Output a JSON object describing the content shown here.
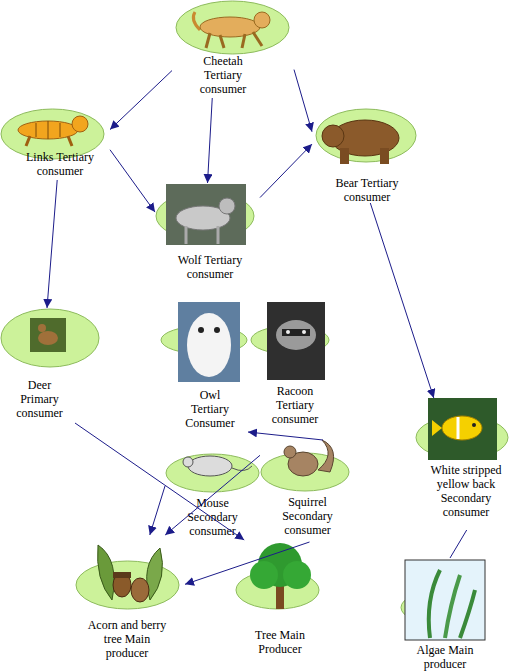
{
  "diagram": {
    "nodes": [
      {
        "text": [
          "Cheetah Tertiary consumer"
        ]
      },
      {
        "text": [
          "Links Tertiary consumer"
        ]
      },
      {
        "text": [
          "Bear Tertiary consumer"
        ]
      },
      {
        "text": [
          "Wolf Tertiary consumer"
        ]
      },
      {
        "text": [
          "Deer Primary consumer"
        ]
      },
      {
        "text": [
          "Owl Tertiary Consumer"
        ]
      },
      {
        "text": [
          "Racoon Tertiary consumer"
        ]
      },
      {
        "text": [
          "White stripped yellow back Secondary consumer"
        ]
      },
      {
        "text": [
          "Mouse Secondary consumer"
        ]
      },
      {
        "text": [
          "Squirrel Secondary consumer"
        ]
      },
      {
        "text": [
          "Acorn and berry tree Main producer"
        ]
      },
      {
        "text": [
          "Tree Main Producer"
        ]
      },
      {
        "text": [
          "Algae Main producer"
        ]
      }
    ],
    "edges": [
      {
        "from": 0,
        "to": 1,
        "arrow": "to"
      },
      {
        "from": 0,
        "to": 3,
        "arrow": "to"
      },
      {
        "from": 0,
        "to": 2,
        "arrow": "to"
      },
      {
        "from": 1,
        "to": 3,
        "arrow": "to"
      },
      {
        "from": 3,
        "to": 2,
        "arrow": "to"
      },
      {
        "from": 1,
        "to": 4,
        "arrow": "to"
      },
      {
        "from": 2,
        "to": 7,
        "arrow": "to"
      },
      {
        "from": 4,
        "to": 11,
        "arrow": "to"
      },
      {
        "from": 9,
        "to": 5,
        "arrow": "to"
      },
      {
        "from": 8,
        "to": 10,
        "arrow": "to"
      },
      {
        "from": 9,
        "to": 10,
        "arrow": "to"
      },
      {
        "from": 9,
        "to": 10,
        "arrow": "to"
      },
      {
        "from": 7,
        "to": 12,
        "arrow": "none"
      }
    ]
  }
}
